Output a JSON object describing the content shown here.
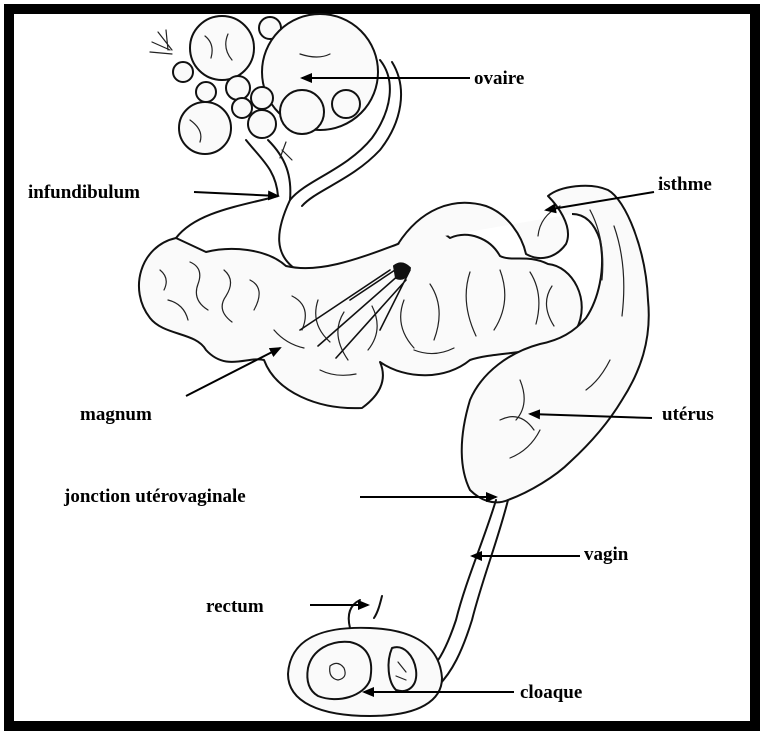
{
  "labels": {
    "ovaire": "ovaire",
    "infundibulum": "infundibulum",
    "isthme": "isthme",
    "magnum": "magnum",
    "uterus": "utérus",
    "jonction": "jonction utérovaginale",
    "vagin": "vagin",
    "rectum": "rectum",
    "cloaque": "cloaque"
  },
  "colors": {
    "ink": "#000000",
    "background": "#ffffff"
  }
}
